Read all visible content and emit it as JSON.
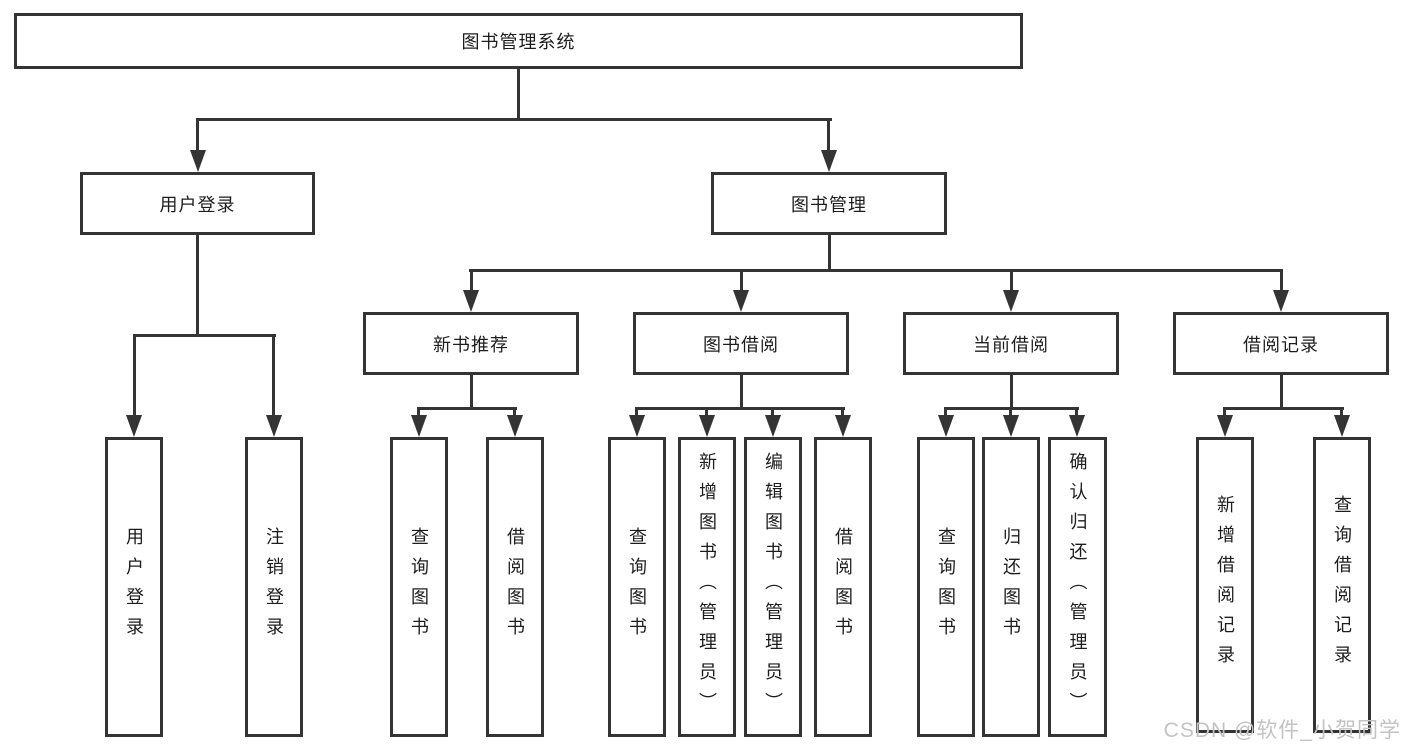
{
  "diagram": {
    "title": "图书管理系统",
    "level2": {
      "user_login": "用户登录",
      "book_management": "图书管理"
    },
    "login_children": [
      "用户登录",
      "注销登录"
    ],
    "management_children": [
      "新书推荐",
      "图书借阅",
      "当前借阅",
      "借阅记录"
    ],
    "recommend_children": [
      "查询图书",
      "借阅图书"
    ],
    "borrow_children": [
      "查询图书",
      "新增图书（管理员）",
      "编辑图书（管理员）",
      "借阅图书"
    ],
    "current_children": [
      "查询图书",
      "归还图书",
      "确认归还（管理员）"
    ],
    "record_children": [
      "新增借阅记录",
      "查询借阅记录"
    ]
  },
  "watermark": "CSDN @软件_小贺同学",
  "colors": {
    "line": "#343434",
    "text": "#1d1d1d",
    "watermark": "#c3c3c3",
    "background": "#ffffff"
  }
}
